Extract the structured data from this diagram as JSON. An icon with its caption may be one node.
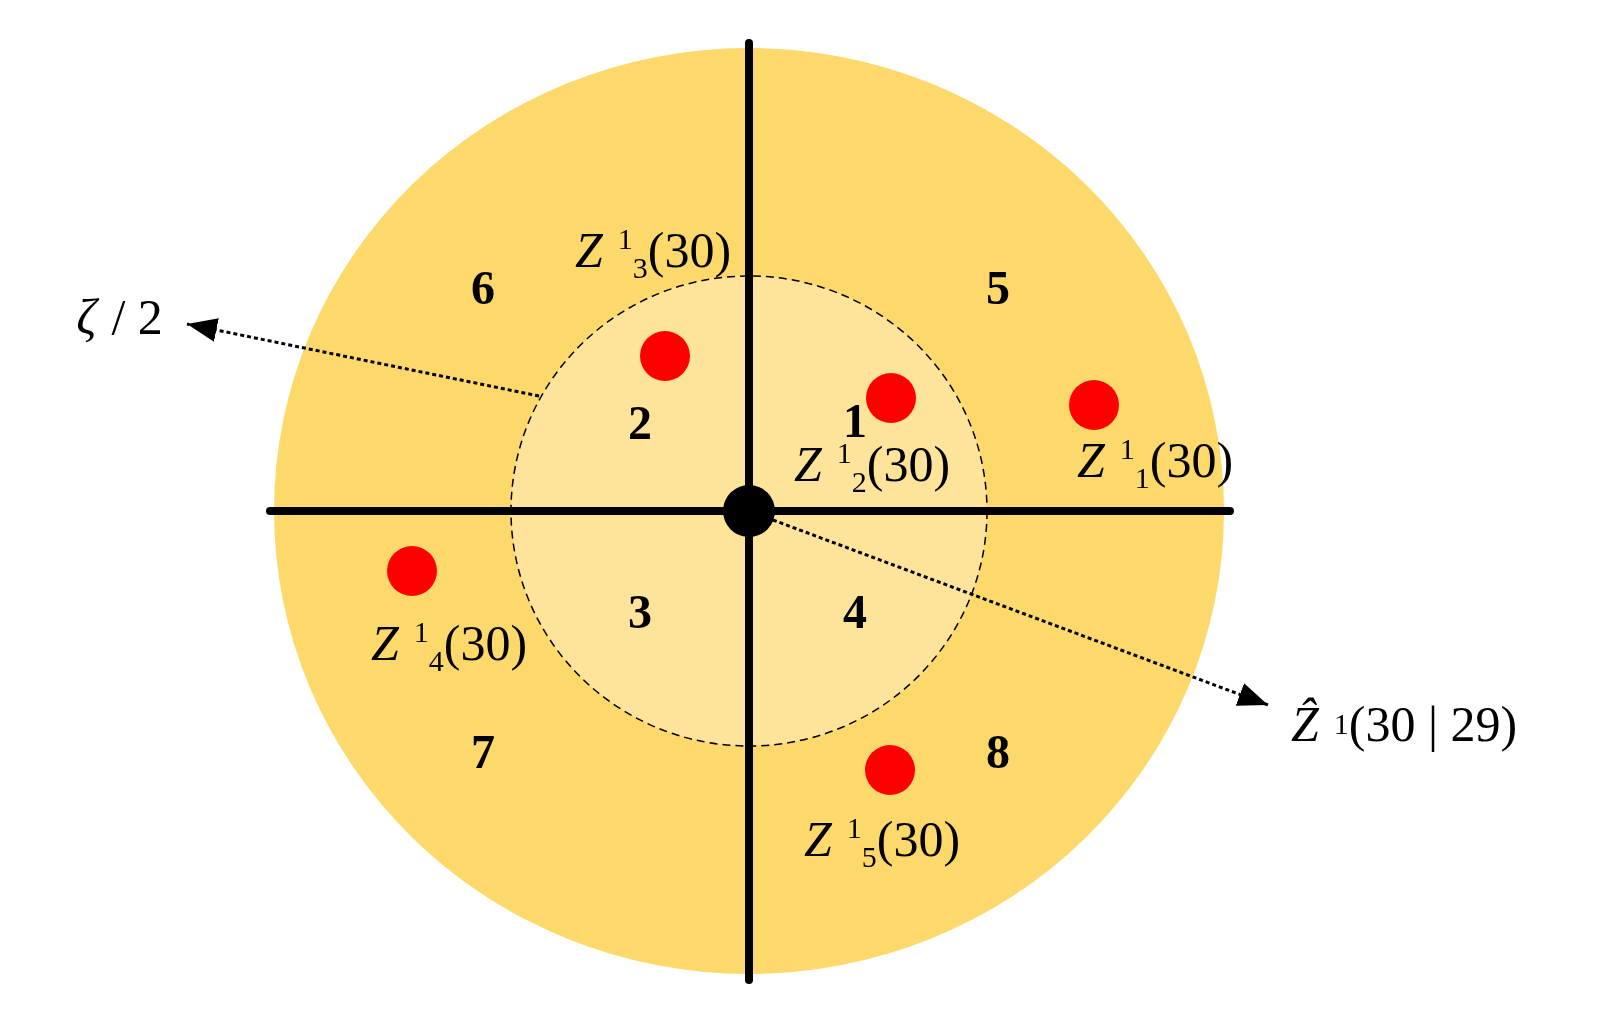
{
  "diagram": {
    "nodes": [
      {
        "text": [],
        "shape": "circle"
      },
      {
        "text": [],
        "shape": "circle",
        "in": 0
      },
      {
        "text": [],
        "shape": "circle",
        "in": 1,
        "beside": [
          "*Z*$^{1}$$_{3}$(30)"
        ]
      },
      {
        "text": [
          "*ζ* / 2"
        ]
      },
      {
        "text": [],
        "shape": "circle",
        "in": 1,
        "beside": [
          "*Z*$^{1}$$_{2}$(30)"
        ]
      },
      {
        "text": [],
        "shape": "circle",
        "in": 0,
        "beside": [
          "*Z*$^{1}$$_{1}$(30)"
        ]
      },
      {
        "text": [],
        "shape": "circle",
        "in": 1
      },
      {
        "text": [],
        "shape": "circle",
        "in": 0,
        "beside": [
          "*Z*$^{1}$$_{4}$(30)"
        ]
      },
      {
        "text": [
          "*Ẑ*$^{1}$(30 | 29)"
        ]
      },
      {
        "text": [],
        "shape": "circle",
        "in": 0,
        "beside": [
          "*Z*$^{1}$$_{5}$(30)"
        ]
      }
    ],
    "edges": [
      {
        "from": 1,
        "to": 3,
        "arrow": "to",
        "style": "dashed"
      },
      {
        "from": 6,
        "to": 8,
        "arrow": "to",
        "style": "dashed"
      }
    ],
    "labels": [
      "6",
      "5",
      "2",
      "1",
      "3",
      "4",
      "7",
      "8"
    ]
  }
}
